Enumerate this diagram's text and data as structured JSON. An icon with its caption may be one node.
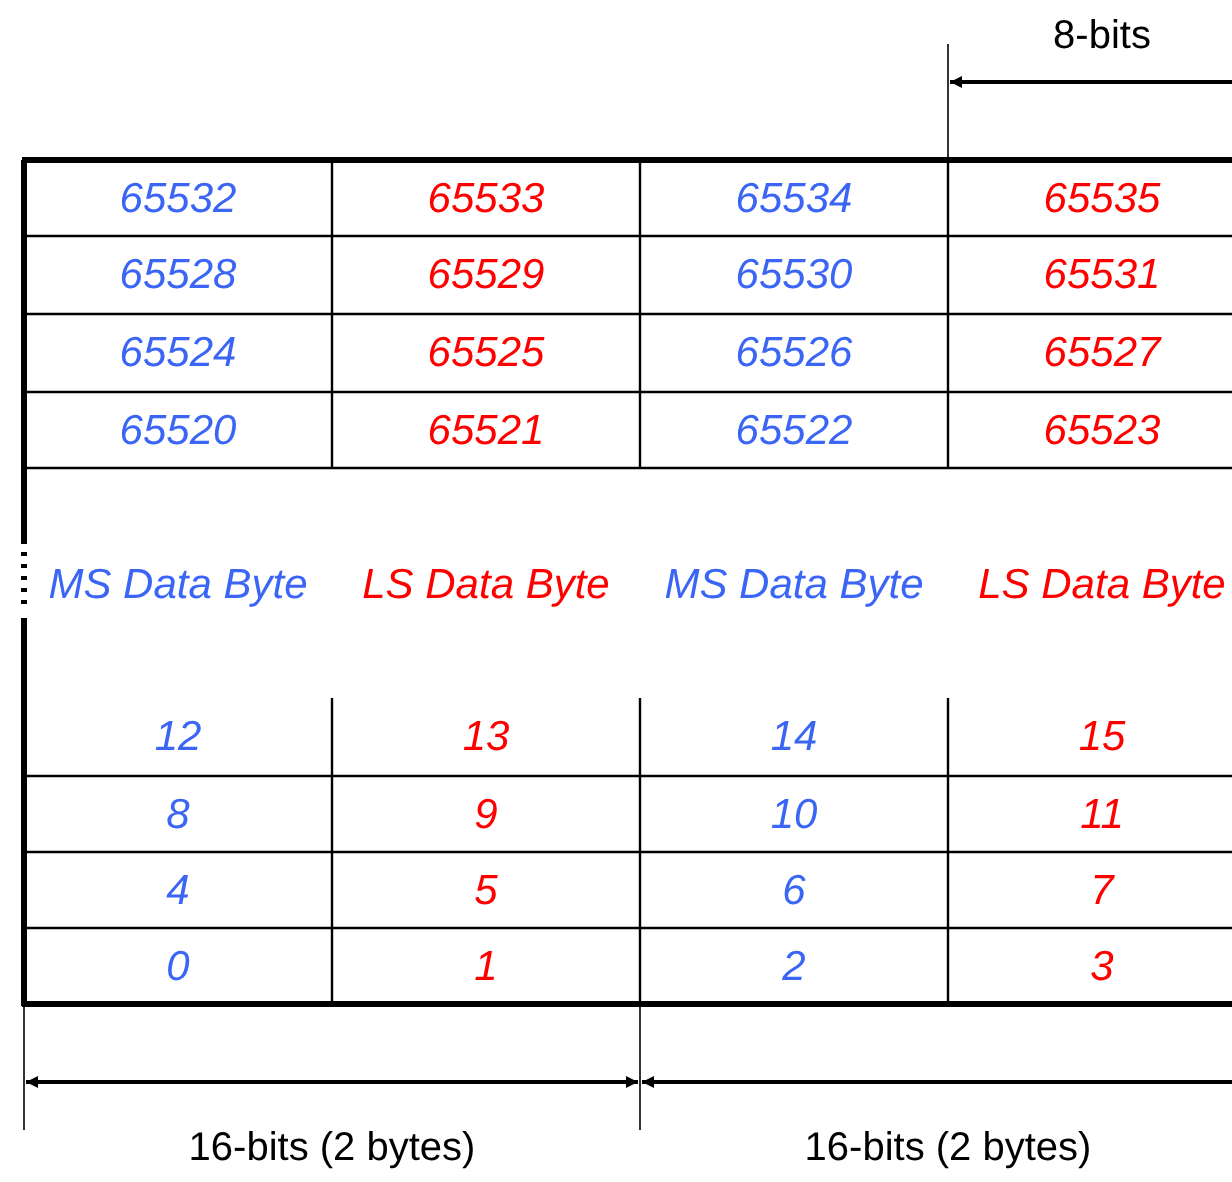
{
  "diagram": {
    "labels": [
      "8-bits",
      "65532",
      "65533",
      "65534",
      "65535",
      "65528",
      "65529",
      "65530",
      "65531",
      "65524",
      "65525",
      "65526",
      "65527",
      "65520",
      "65521",
      "65522",
      "65523",
      "MS Data Byte",
      "LS Data Byte",
      "MS Data Byte",
      "LS Data Byte",
      "12",
      "13",
      "14",
      "15",
      "8",
      "9",
      "10",
      "11",
      "4",
      "5",
      "6",
      "7",
      "0",
      "1",
      "2",
      "3",
      "16-bits (2 bytes)",
      "16-bits (2 bytes)"
    ]
  }
}
